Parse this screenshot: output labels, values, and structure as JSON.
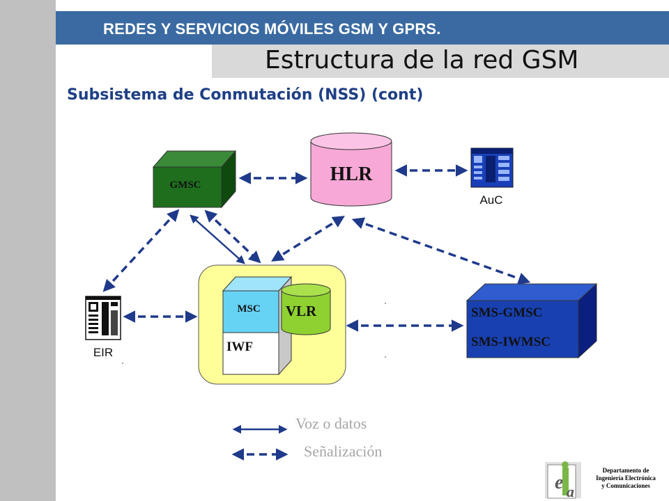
{
  "header": {
    "course_title": "REDES Y SERVICIOS MÓVILES GSM Y GPRS.",
    "page_title": "Estructura de la red GSM",
    "subtitle": "Subsistema de Conmutación (NSS) (cont)"
  },
  "nodes": {
    "gmsc": "GMSC",
    "hlr": "HLR",
    "auc": "AuC",
    "eir": "EIR",
    "msc": "MSC",
    "vlr": "VLR",
    "iwf": "IWF",
    "sms_gmsc": "SMS-GMSC",
    "sms_iwmsc": "SMS-IWMSC"
  },
  "legend": {
    "voice_data": "Voz o datos",
    "signaling": "Señalización"
  },
  "department": {
    "line1": "Departamento de",
    "line2": "Ingeniería Electrónica",
    "line3": "y Comunicaciones"
  },
  "colors": {
    "header_blue": "#3a6aa1",
    "link_navy": "#1f3a8a",
    "gmsc_green": "#1e6e1e",
    "hlr_pink": "#f7a8d6",
    "msc_cyan": "#66d3f5",
    "vlr_green": "#8fd130",
    "sms_blue": "#1840b0",
    "msc_area_yellow": "#ffff99"
  }
}
